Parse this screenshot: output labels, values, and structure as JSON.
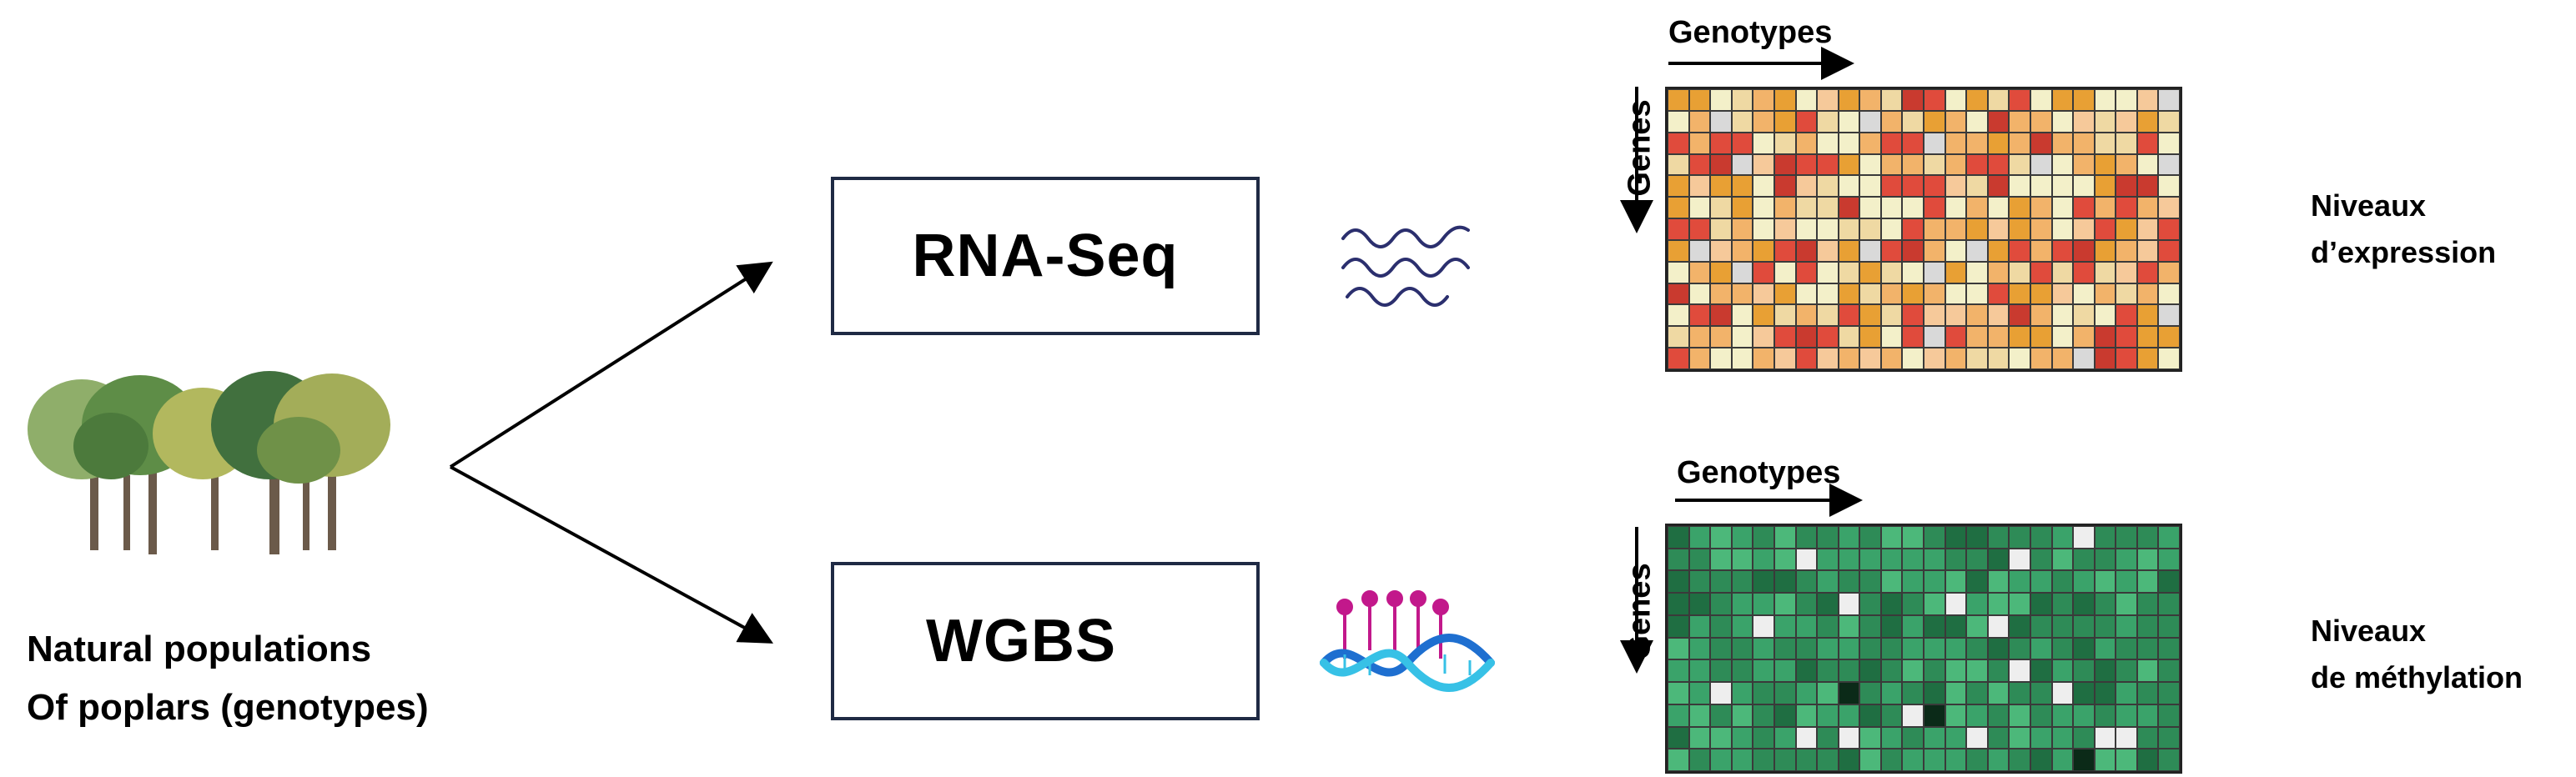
{
  "trees": {
    "label_line1": "Natural populations",
    "label_line2": "Of poplars (genotypes)",
    "icon": "poplar-trees-illustration"
  },
  "methods": {
    "rna": "RNA-Seq",
    "wgbs": "WGBS"
  },
  "heatmaps": {
    "expression": {
      "x_label": "Genotypes",
      "y_label": "Genes",
      "result_line1": "Niveaux",
      "result_line2": "d’expression",
      "palette": [
        "#f3f0c9",
        "#efd9a3",
        "#f2b36a",
        "#e8a034",
        "#e04b3c",
        "#c93a2f",
        "#f6c99a",
        "#d9d9d9"
      ]
    },
    "methylation": {
      "x_label": "Genotypes",
      "y_label": "Genes",
      "result_line1": "Niveaux",
      "result_line2": "de méthylation",
      "palette": [
        "#2e8b57",
        "#3aa36a",
        "#1f6e42",
        "#4cb87a",
        "#eeeeee",
        "#0b2a18"
      ]
    }
  },
  "icons": {
    "rna": "rna-strands-icon",
    "dna": "methylated-dna-icon"
  }
}
